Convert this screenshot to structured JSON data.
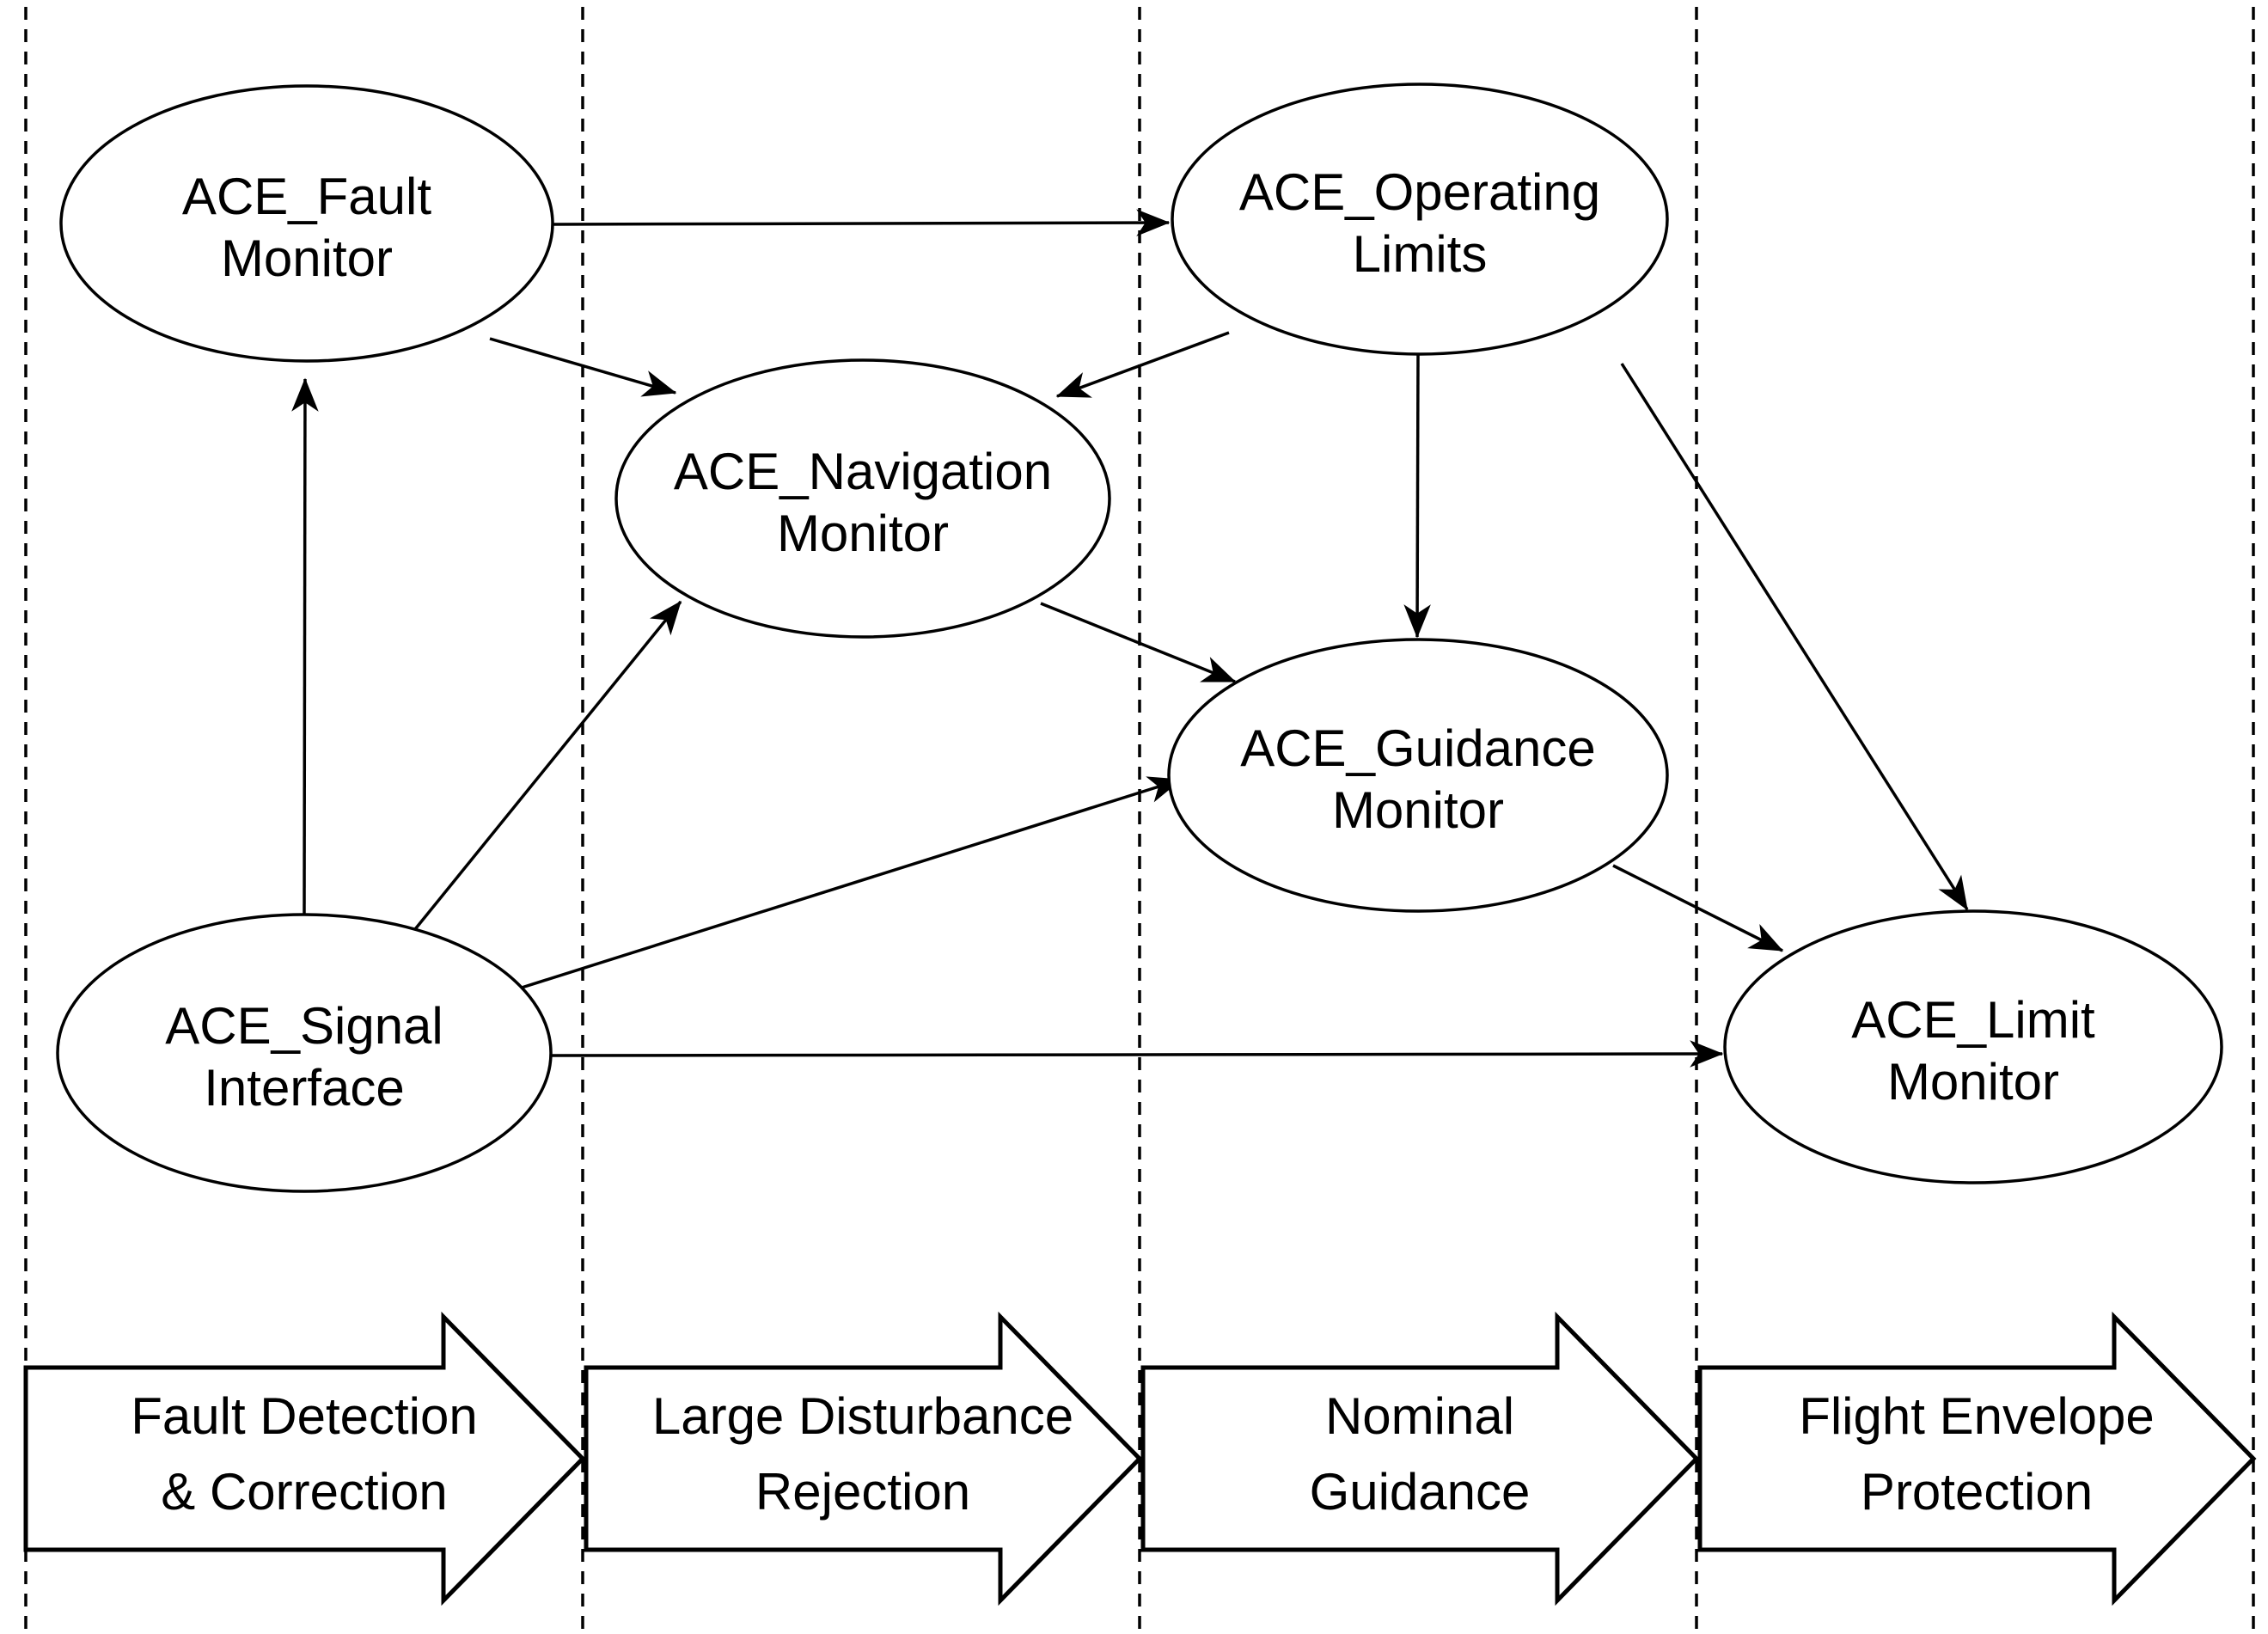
{
  "diagram": {
    "colors": {
      "stroke": "#000000",
      "fill": "#ffffff"
    },
    "nodes": [
      {
        "id": "fault",
        "label_lines": [
          "ACE_Fault",
          "Monitor"
        ]
      },
      {
        "id": "operating",
        "label_lines": [
          "ACE_Operating",
          "Limits"
        ]
      },
      {
        "id": "navigation",
        "label_lines": [
          "ACE_Navigation",
          "Monitor"
        ]
      },
      {
        "id": "guidance",
        "label_lines": [
          "ACE_Guidance",
          "Monitor"
        ]
      },
      {
        "id": "signal",
        "label_lines": [
          "ACE_Signal",
          "Interface"
        ]
      },
      {
        "id": "limit",
        "label_lines": [
          "ACE_Limit",
          "Monitor"
        ]
      }
    ],
    "edges": [
      {
        "from": "fault",
        "to": "operating"
      },
      {
        "from": "fault",
        "to": "navigation"
      },
      {
        "from": "operating",
        "to": "navigation"
      },
      {
        "from": "operating",
        "to": "guidance"
      },
      {
        "from": "operating",
        "to": "limit"
      },
      {
        "from": "navigation",
        "to": "guidance"
      },
      {
        "from": "signal",
        "to": "fault"
      },
      {
        "from": "signal",
        "to": "navigation"
      },
      {
        "from": "signal",
        "to": "guidance"
      },
      {
        "from": "signal",
        "to": "limit"
      },
      {
        "from": "guidance",
        "to": "limit"
      }
    ],
    "stages": [
      {
        "id": "stage-1",
        "label_lines": [
          "Fault Detection",
          "& Correction"
        ]
      },
      {
        "id": "stage-2",
        "label_lines": [
          "Large Disturbance",
          "Rejection"
        ]
      },
      {
        "id": "stage-3",
        "label_lines": [
          "Nominal",
          "Guidance"
        ]
      },
      {
        "id": "stage-4",
        "label_lines": [
          "Flight Envelope",
          "Protection"
        ]
      }
    ]
  }
}
